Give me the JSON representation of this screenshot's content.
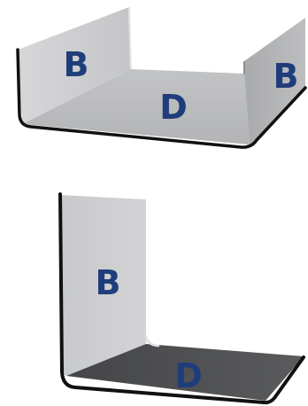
{
  "u_channel": {
    "left_flange_label": "B",
    "base_label": "D",
    "right_flange_label": "B"
  },
  "angle_profile": {
    "flange_label": "B",
    "base_label": "D"
  },
  "colors": {
    "label": "#1f3d7a",
    "edge": "#111111",
    "panel_light": "#c9cacc",
    "panel_mid": "#b9babc",
    "panel_dark": "#4f5052"
  }
}
